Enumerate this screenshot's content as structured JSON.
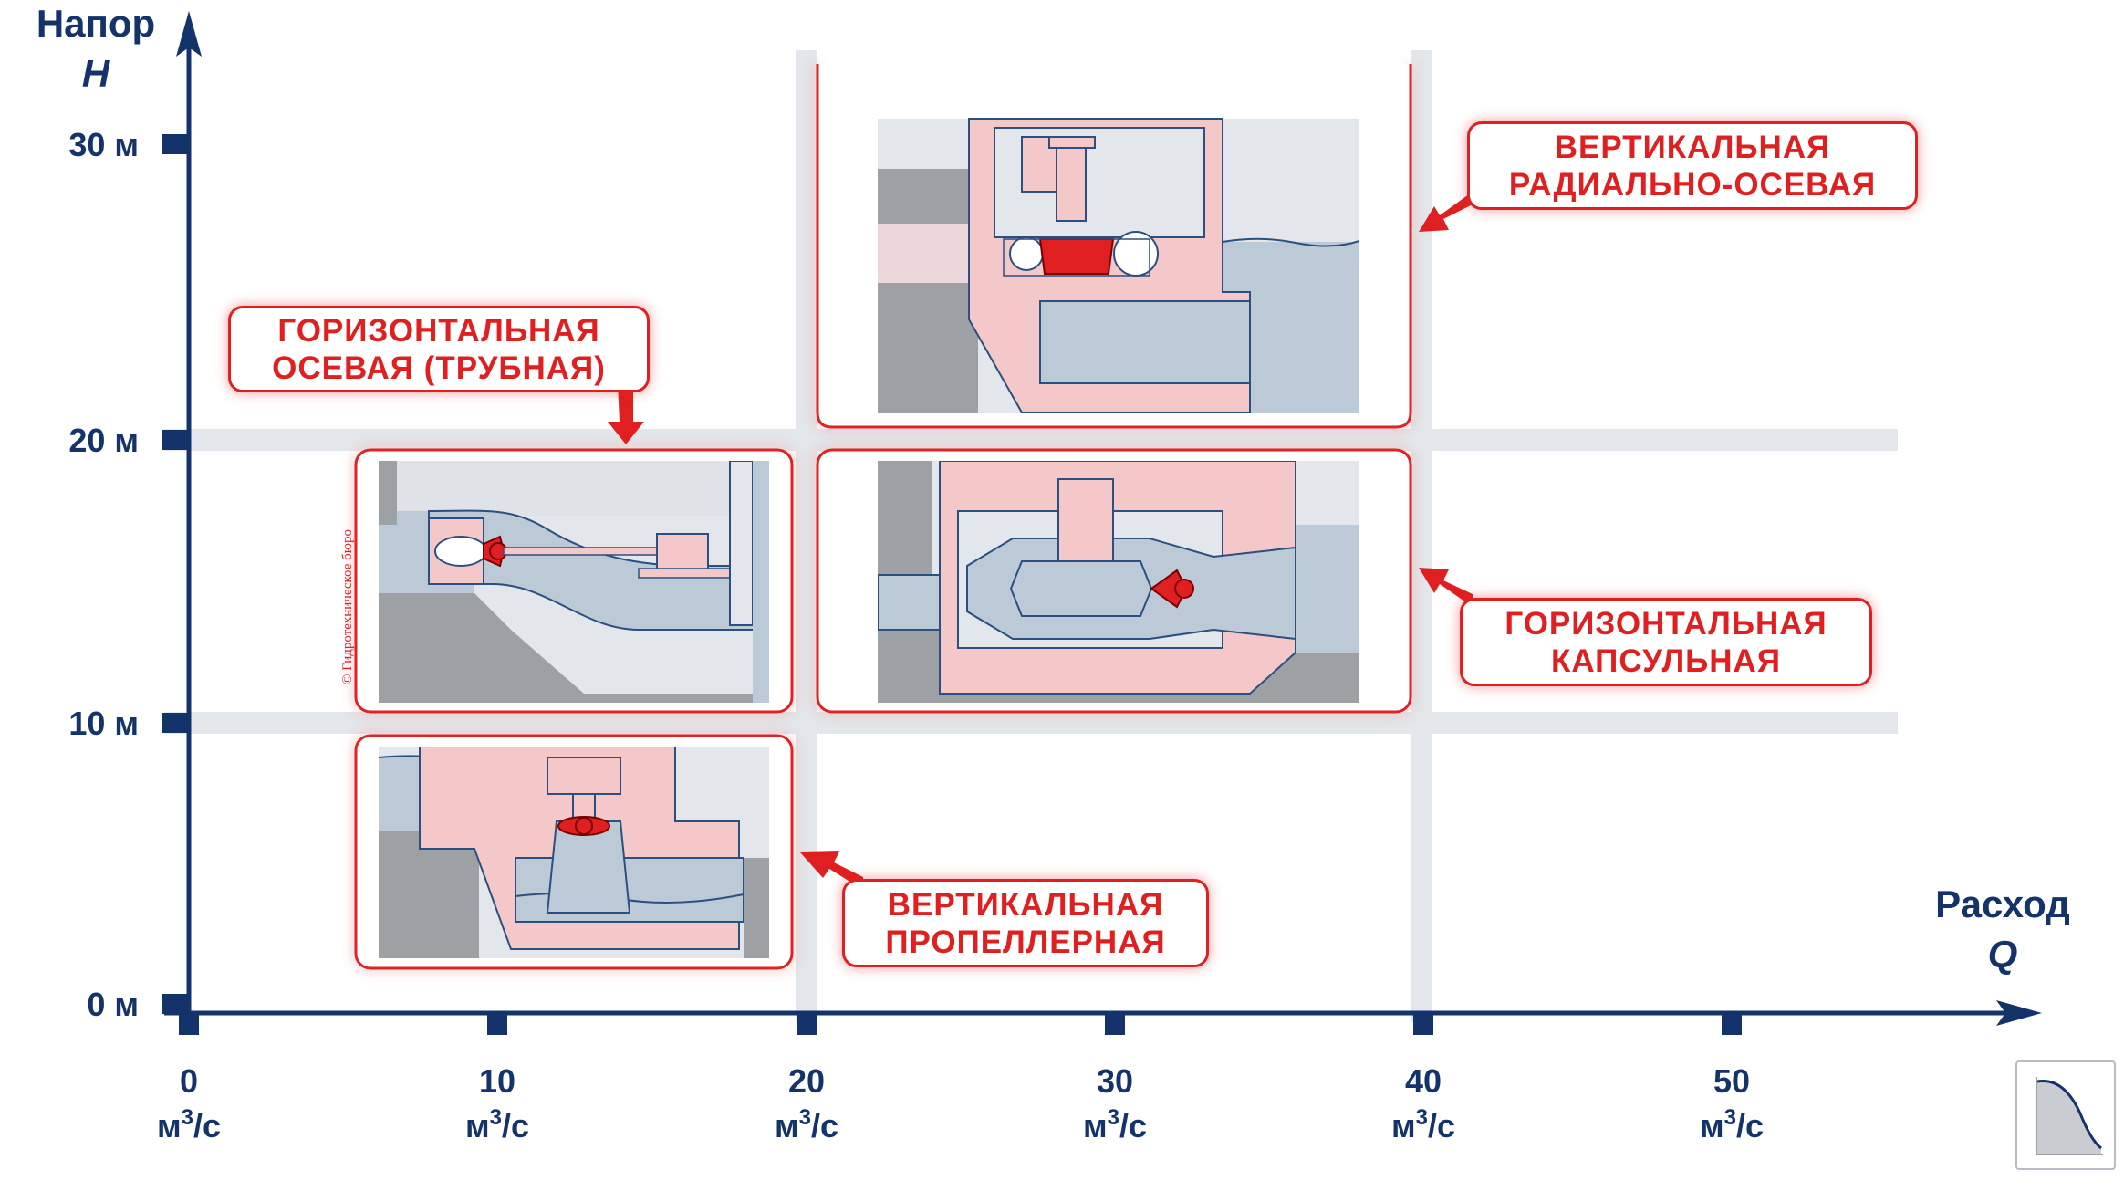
{
  "y_axis": {
    "title": "Напор",
    "symbol": "H",
    "ticks": [
      "30 м",
      "20 м",
      "10 м",
      "0 м"
    ]
  },
  "x_axis": {
    "title": "Расход",
    "symbol": "Q",
    "ticks": [
      "0",
      "10",
      "20",
      "30",
      "40",
      "50"
    ],
    "unit": "м",
    "unit_sup": "3",
    "unit_tail": "/с"
  },
  "labels": {
    "horizontal_axial": [
      "ГОРИЗОНТАЛЬНАЯ",
      "ОСЕВАЯ (ТРУБНАЯ)"
    ],
    "vertical_francis": [
      "ВЕРТИКАЛЬНАЯ",
      "РАДИАЛЬНО-ОСЕВАЯ"
    ],
    "horizontal_bulb": [
      "ГОРИЗОНТАЛЬНАЯ",
      "КАПСУЛЬНАЯ"
    ],
    "vertical_propeller": [
      "ВЕРТИКАЛЬНАЯ",
      "ПРОПЕЛЛЕРНАЯ"
    ]
  },
  "copyright": "© Гидротехническое бюро",
  "colors": {
    "axis": "#14336b",
    "accent": "#e02020",
    "pink": "#f4c7c9",
    "water": "#bccad8",
    "concrete": "#9ea1a4",
    "light": "#e3e6ea"
  }
}
